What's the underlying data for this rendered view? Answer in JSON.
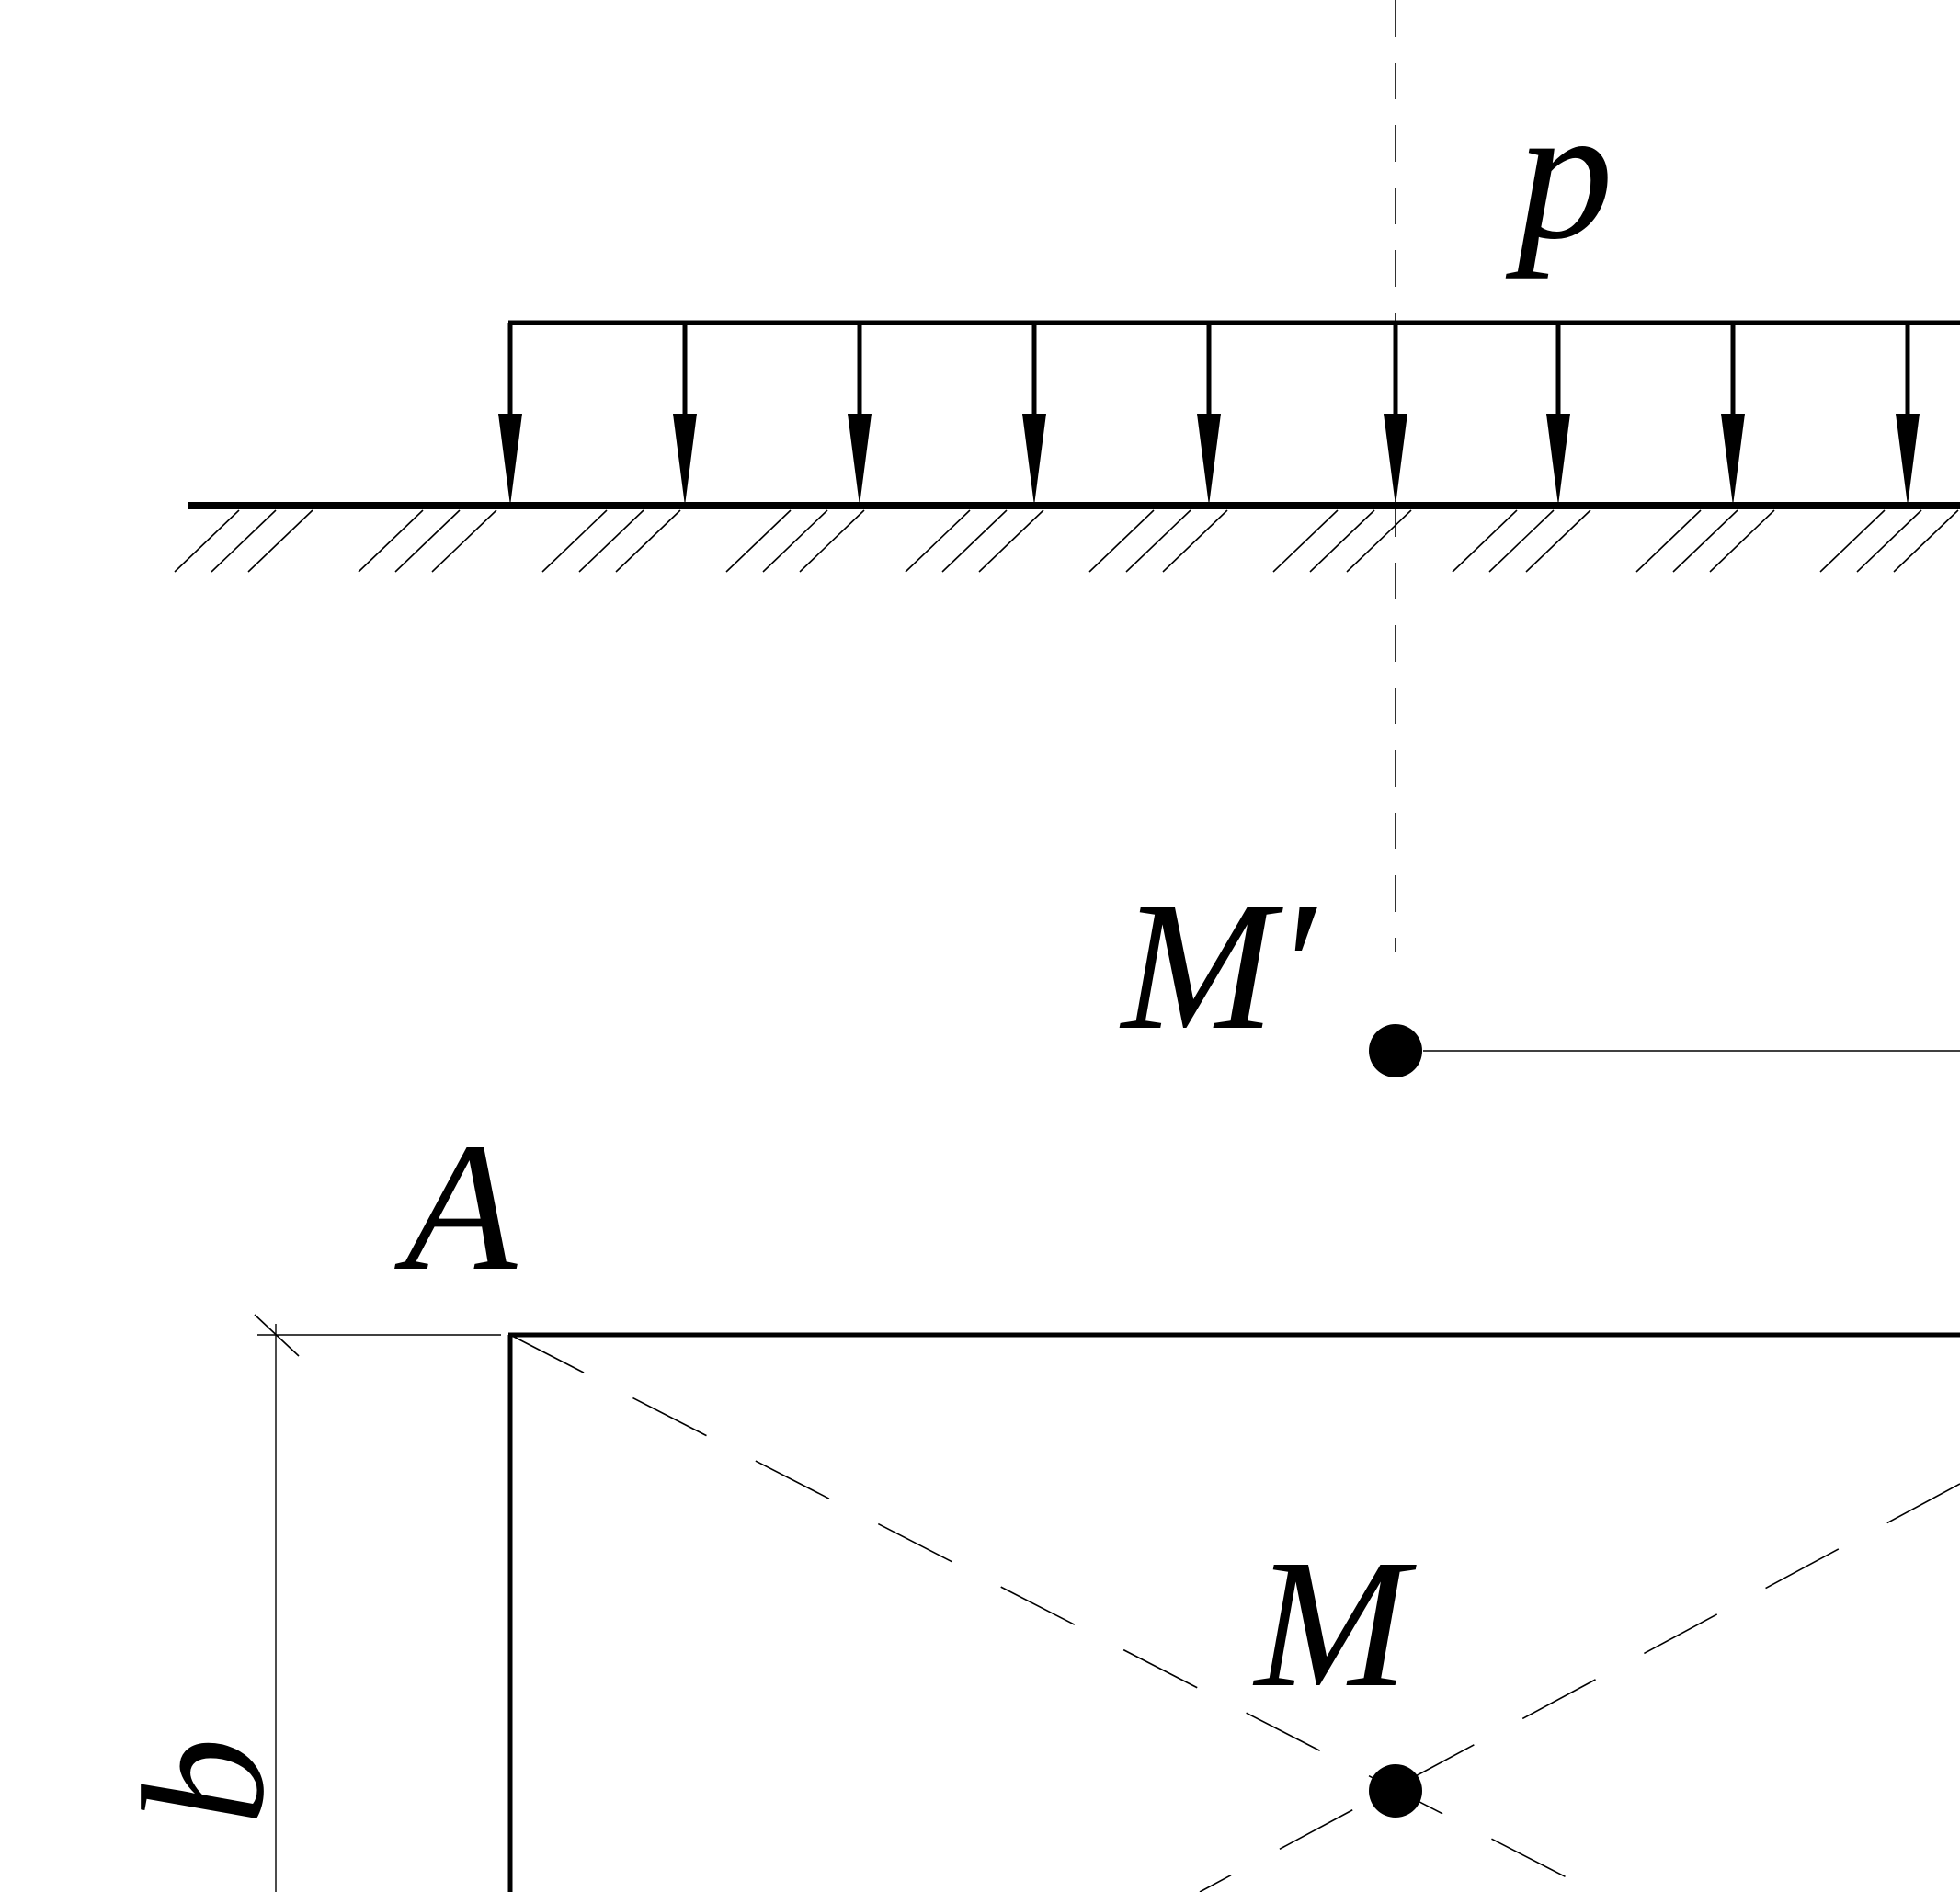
{
  "labels": {
    "load": "p",
    "point_top": "M′",
    "corner": "A",
    "point_bottom": "M",
    "dimension": "b"
  },
  "colors": {
    "ink": "#000000",
    "background": "#ffffff"
  }
}
